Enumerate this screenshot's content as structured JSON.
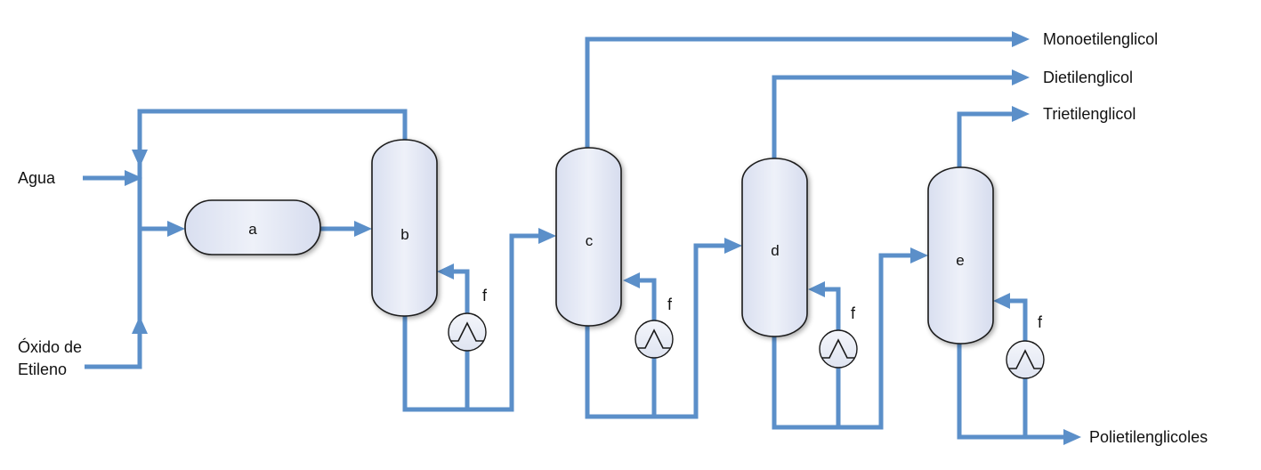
{
  "inputs": {
    "water": "Agua",
    "ethylene_oxide_line1": "Óxido de",
    "ethylene_oxide_line2": "Etileno"
  },
  "units": {
    "a": "a",
    "b": "b",
    "c": "c",
    "d": "d",
    "e": "e",
    "exchanger": "f"
  },
  "products": {
    "meg": "Monoetilenglicol",
    "deg": "Dietilenglicol",
    "teg": "Trietilenglicol",
    "peg": "Polietilenglicoles"
  },
  "colors": {
    "flow_line": "#5b8fc9",
    "vessel_fill": "#e8ecf6",
    "outline": "#1a1a1a"
  }
}
